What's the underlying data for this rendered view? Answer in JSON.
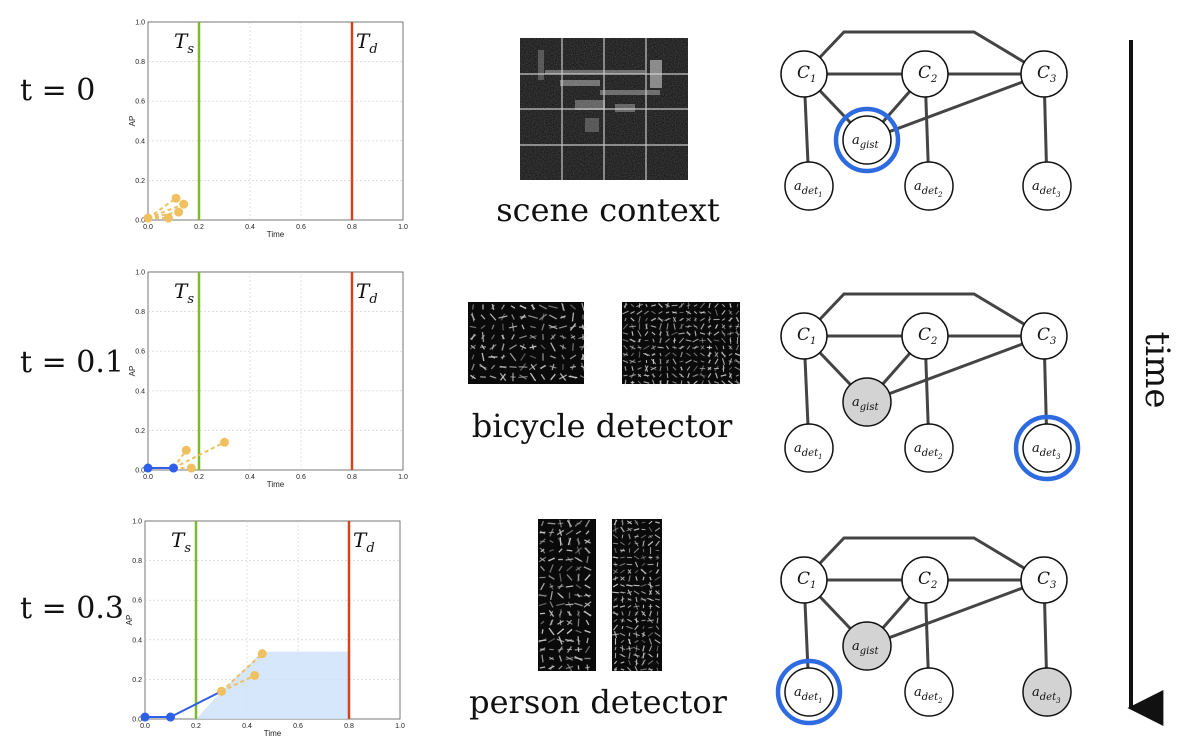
{
  "rows": [
    {
      "t_label": "t = 0",
      "caption": "scene context",
      "highlight": "a_gist",
      "observed": []
    },
    {
      "t_label": "t = 0.1",
      "caption": "bicycle detector",
      "highlight": "a_det3",
      "observed": [
        "a_gist"
      ]
    },
    {
      "t_label": "t = 0.3",
      "caption": "person detector",
      "highlight": "a_det1",
      "observed": [
        "a_gist",
        "a_det3"
      ]
    }
  ],
  "graph_nodes": {
    "C1": {
      "base": "C",
      "sub": "1",
      "subsub": ""
    },
    "C2": {
      "base": "C",
      "sub": "2",
      "subsub": ""
    },
    "C3": {
      "base": "C",
      "sub": "3",
      "subsub": ""
    },
    "a_gist": {
      "base": "a",
      "sub": "gist",
      "subsub": ""
    },
    "a_det1": {
      "base": "a",
      "sub": "det",
      "subsub": "1"
    },
    "a_det2": {
      "base": "a",
      "sub": "det",
      "subsub": "2"
    },
    "a_det3": {
      "base": "a",
      "sub": "det",
      "subsub": "3"
    }
  },
  "chart_axes": {
    "xlabel": "Time",
    "ylabel": "AP",
    "x_ticks": [
      "0.0",
      "0.2",
      "0.4",
      "0.6",
      "0.8",
      "1.0"
    ],
    "y_ticks": [
      "0.0",
      "0.2",
      "0.4",
      "0.6",
      "0.8",
      "1.0"
    ]
  },
  "markers": {
    "Ts": {
      "base": "T",
      "sub": "s"
    },
    "Td": {
      "base": "T",
      "sub": "d"
    }
  },
  "time_label": "time",
  "colors": {
    "ts_line": "#7cbb2a",
    "td_line": "#d6431a",
    "selected_path": "#2f5fe8",
    "candidates": "#f0c060",
    "area_fill": "#cfe2fa",
    "highlight_ring": "#2f6be0",
    "observed_node": "#d3d3d3",
    "edge": "#444444"
  },
  "chart_data": [
    {
      "type": "line",
      "xlabel": "Time",
      "ylabel": "AP",
      "xlim": [
        0,
        1
      ],
      "ylim": [
        0,
        1
      ],
      "grid": true,
      "vlines": [
        {
          "x": 0.2,
          "label": "Ts"
        },
        {
          "x": 0.8,
          "label": "Td"
        }
      ],
      "selected_path": [],
      "candidates": [
        {
          "from": [
            0.0,
            0.01
          ],
          "to": [
            0.11,
            0.11
          ]
        },
        {
          "from": [
            0.0,
            0.01
          ],
          "to": [
            0.14,
            0.08
          ]
        },
        {
          "from": [
            0.0,
            0.01
          ],
          "to": [
            0.12,
            0.04
          ]
        },
        {
          "from": [
            0.0,
            0.01
          ],
          "to": [
            0.08,
            0.01
          ]
        }
      ],
      "area": []
    },
    {
      "type": "line",
      "xlabel": "Time",
      "ylabel": "AP",
      "xlim": [
        0,
        1
      ],
      "ylim": [
        0,
        1
      ],
      "grid": true,
      "vlines": [
        {
          "x": 0.2,
          "label": "Ts"
        },
        {
          "x": 0.8,
          "label": "Td"
        }
      ],
      "selected_path": [
        [
          0.0,
          0.01
        ],
        [
          0.1,
          0.01
        ]
      ],
      "candidates": [
        {
          "from": [
            0.1,
            0.01
          ],
          "to": [
            0.15,
            0.1
          ]
        },
        {
          "from": [
            0.1,
            0.01
          ],
          "to": [
            0.3,
            0.14
          ]
        },
        {
          "from": [
            0.1,
            0.01
          ],
          "to": [
            0.17,
            0.01
          ]
        }
      ],
      "area": []
    },
    {
      "type": "line",
      "xlabel": "Time",
      "ylabel": "AP",
      "xlim": [
        0,
        1
      ],
      "ylim": [
        0,
        1
      ],
      "grid": true,
      "vlines": [
        {
          "x": 0.2,
          "label": "Ts"
        },
        {
          "x": 0.8,
          "label": "Td"
        }
      ],
      "selected_path": [
        [
          0.0,
          0.01
        ],
        [
          0.1,
          0.01
        ],
        [
          0.3,
          0.14
        ]
      ],
      "candidates": [
        {
          "from": [
            0.3,
            0.14
          ],
          "to": [
            0.46,
            0.33
          ]
        },
        {
          "from": [
            0.3,
            0.14
          ],
          "to": [
            0.43,
            0.22
          ]
        }
      ],
      "area": [
        [
          0.2,
          0.0
        ],
        [
          0.3,
          0.14
        ],
        [
          0.46,
          0.34
        ],
        [
          0.8,
          0.34
        ],
        [
          0.8,
          0.0
        ]
      ]
    }
  ]
}
